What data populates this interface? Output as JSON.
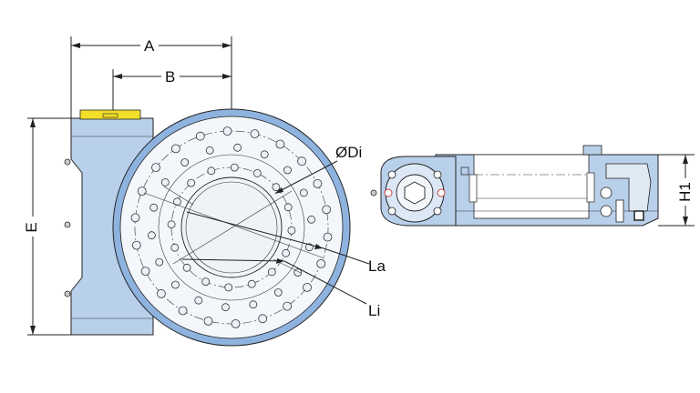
{
  "labels": {
    "A": "A",
    "B": "B",
    "E": "E",
    "Di": "ØDi",
    "La": "La",
    "Li": "Li",
    "H1": "H1"
  },
  "colors": {
    "housing": "#b9d0ea",
    "ring_outer": "#8fb3df",
    "ring_face": "#f3f6fa",
    "inner_ring": "#eef3f8",
    "motor_plate": "#f2e02a",
    "line": "#222222"
  }
}
